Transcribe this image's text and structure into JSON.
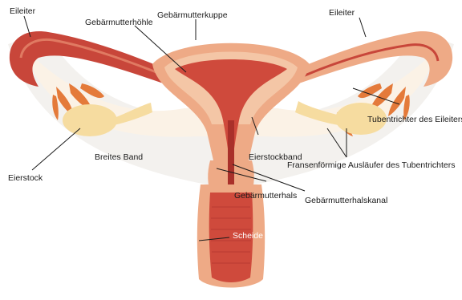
{
  "labels": {
    "eileiter_left": "Eileiter",
    "gebaermutterhoehle": "Gebärmutterhöhle",
    "gebaermutterkuppe": "Gebärmutterkuppe",
    "eileiter_right": "Eileiter",
    "tubentrichter": "Tubentrichter des Eileiters",
    "breites_band": "Breites Band",
    "eierstock": "Eierstock",
    "eierstockband": "Eierstockband",
    "fransen": "Fransenförmige Ausläufer des Tubentrichters",
    "gebaermutterhals": "Gebärmutterhals",
    "gebaermutterhalskanal": "Gebärmutterhalskanal",
    "scheide": "Scheide"
  },
  "colors": {
    "tissue_pink": "#eeaa86",
    "tissue_light": "#f4c6a6",
    "uterus_red": "#cf4a3c",
    "uterus_dark": "#a9302a",
    "tube_red": "#c8463a",
    "ovary_yellow": "#f6dca0",
    "ligament_cream": "#fbf2e6",
    "background_fan": "#f3f1ee",
    "leader_line": "#1a1a1a"
  }
}
